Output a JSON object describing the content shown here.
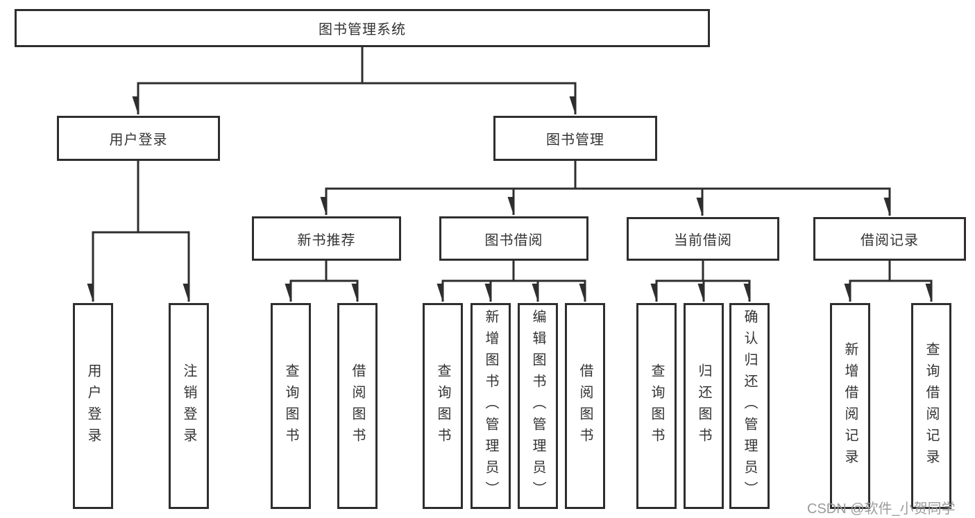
{
  "diagram": {
    "type": "hierarchy-tree",
    "tree": {
      "label": "图书管理系统",
      "children": [
        {
          "label": "用户登录",
          "children": [
            {
              "label": "用户登录"
            },
            {
              "label": "注销登录"
            }
          ]
        },
        {
          "label": "图书管理",
          "children": [
            {
              "label": "新书推荐",
              "children": [
                {
                  "label": "查询图书"
                },
                {
                  "label": "借阅图书"
                }
              ]
            },
            {
              "label": "图书借阅",
              "children": [
                {
                  "label": "查询图书"
                },
                {
                  "label": "新增图书（管理员）"
                },
                {
                  "label": "编辑图书（管理员）"
                },
                {
                  "label": "借阅图书"
                }
              ]
            },
            {
              "label": "当前借阅",
              "children": [
                {
                  "label": "查询图书"
                },
                {
                  "label": "归还图书"
                },
                {
                  "label": "确认归还（管理员）"
                }
              ]
            },
            {
              "label": "借阅记录",
              "children": [
                {
                  "label": "新增借阅记录"
                },
                {
                  "label": "查询借阅记录"
                }
              ]
            }
          ]
        }
      ]
    },
    "watermark": "CSDN @软件_小贺同学",
    "colors": {
      "line": "#2e2e2e",
      "box_border": "#2e2e2e",
      "box_background": "#ffffff",
      "text": "#333333",
      "watermark": "#9b9b9b"
    }
  }
}
